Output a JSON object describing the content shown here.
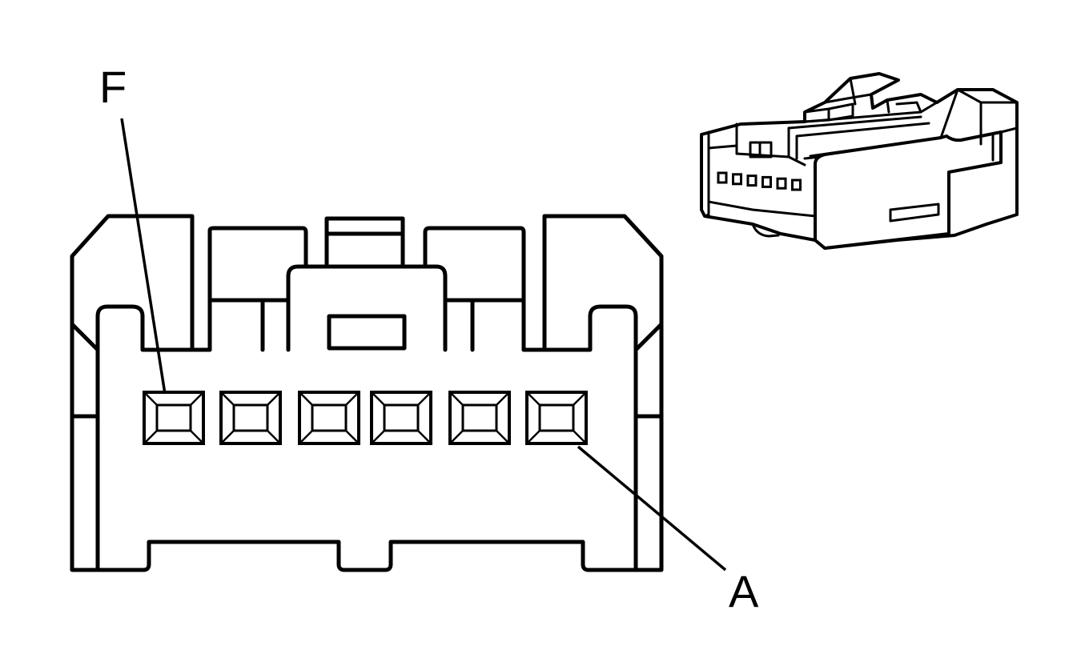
{
  "diagram": {
    "labels": {
      "pin_f": "F",
      "pin_a": "A"
    },
    "pin_count": 6,
    "colors": {
      "line": "#000000",
      "background": "#ffffff"
    }
  }
}
